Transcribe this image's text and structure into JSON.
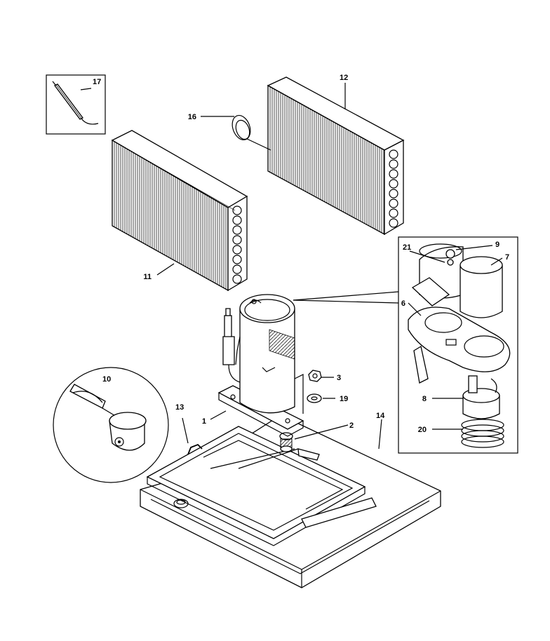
{
  "callouts": {
    "c1": "1",
    "c2": "2",
    "c3": "3",
    "c6": "6",
    "c7": "7",
    "c8": "8",
    "c9": "9",
    "c10": "10",
    "c11": "11",
    "c12": "12",
    "c13": "13",
    "c14": "14",
    "c16": "16",
    "c17": "17",
    "c19": "19",
    "c20": "20",
    "c21": "21"
  }
}
